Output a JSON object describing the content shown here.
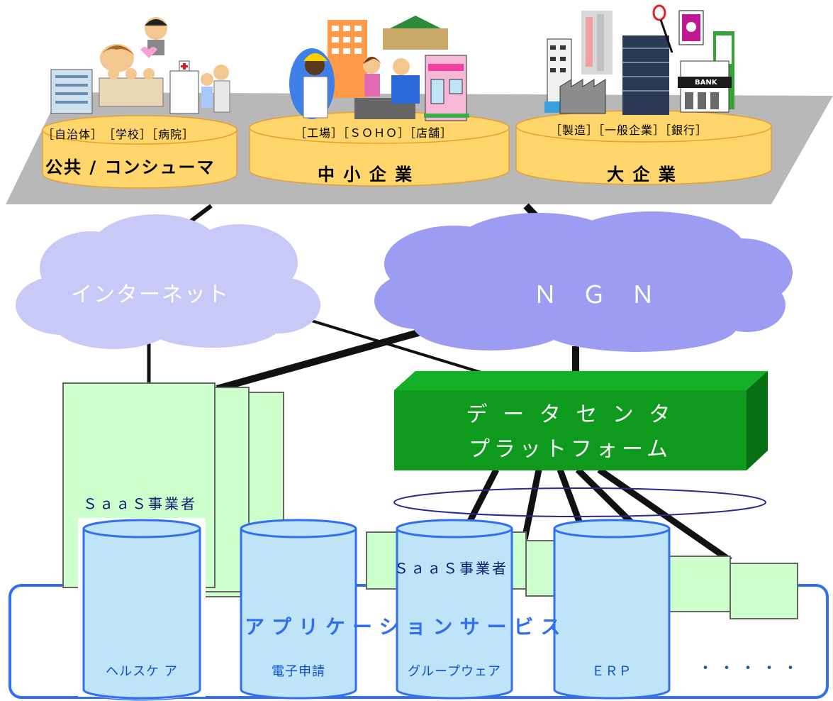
{
  "segments": [
    {
      "sub": "［自治体］　［学校］［病院］",
      "name": "公共 / コンシューマ"
    },
    {
      "sub": "［工場］［ＳＯＨＯ］［店舗］",
      "name": "中 小 企 業"
    },
    {
      "sub": "［製造］［一般企業］［銀行］",
      "name": "大 企 業"
    }
  ],
  "bank_sign": "BANK",
  "networks": {
    "internet": "インターネット",
    "ngn": "Ｎ Ｇ Ｎ"
  },
  "datacenter": {
    "line1": "デ ー タ セ ン タ",
    "line2": "プラットフォーム"
  },
  "saas_left": "ＳａａＳ事業者",
  "saas_right": "ＳａａＳ事業者",
  "app_title": "アプリケーションサービス",
  "databases": [
    "ヘルスケ ア",
    "電子申請",
    "グループウェア",
    "ＥＲＰ"
  ],
  "more": "・・・・・",
  "colors": {
    "platform": "#b8b8b8",
    "disc": "#ffd66b",
    "cloud_internet": "#c9c9f7",
    "cloud_ngn": "#9c9cf2",
    "datacenter": "#0e9a1c",
    "saas_box": "#ccffcc",
    "app_border": "#2f6ff0",
    "db_fill": "#bfe3f7"
  }
}
